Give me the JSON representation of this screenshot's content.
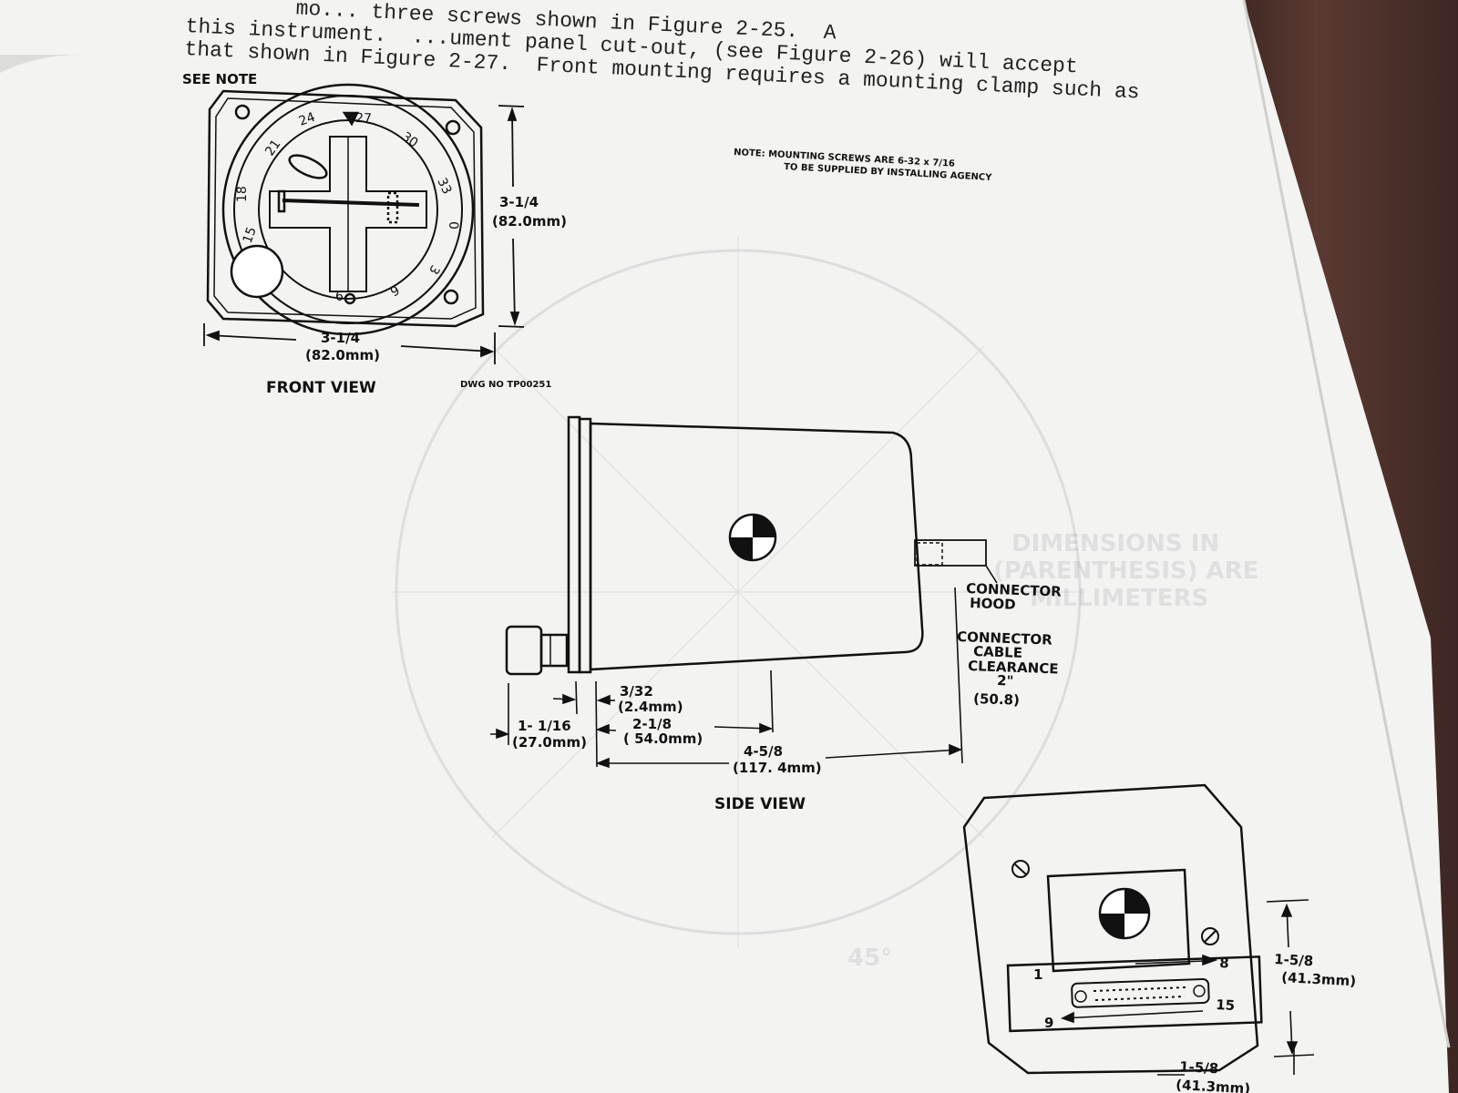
{
  "paragraph": {
    "line1": "mo... three screws shown in Figure 2-25.  A",
    "line2": "this instrument.  ...ument panel cut-out, (see Figure 2-26) will accept",
    "line3": "that shown in Figure 2-27.  Front mounting requires a mounting clamp such as"
  },
  "front_view": {
    "see_note": "SEE NOTE",
    "height_dim": "3-1/4",
    "height_mm": "(82.0mm)",
    "width_dim": "3-1/4",
    "width_mm": "(82.0mm)",
    "caption": "FRONT VIEW",
    "dwg_no": "DWG NO TP00251",
    "dial": [
      "24",
      "27",
      "30",
      "33",
      "0",
      "3",
      "6",
      "9",
      "15",
      "18",
      "21"
    ]
  },
  "note": {
    "line1": "NOTE:  MOUNTING SCREWS ARE 6-32 x 7/16",
    "line2": "TO BE SUPPLIED BY INSTALLING AGENCY"
  },
  "side_view": {
    "connector_hood_1": "CONNECTOR",
    "connector_hood_2": "HOOD",
    "clearance_1": "CONNECTOR",
    "clearance_2": "CABLE",
    "clearance_3": "CLEARANCE",
    "clearance_4": "2\"",
    "clearance_5": "(50.8)",
    "d_332": "3/32",
    "d_332_mm": "(2.4mm)",
    "d_1116": "1- 1/16",
    "d_1116_mm": "(27.0mm)",
    "d_218": "2-1/8",
    "d_218_mm": "( 54.0mm)",
    "d_458": "4-5/8",
    "d_458_mm": "(117. 4mm)",
    "caption": "SIDE VIEW"
  },
  "rear_view": {
    "pin8": "8",
    "pin1": "1",
    "pin15": "15",
    "pin9": "9",
    "height_dim": "1-5/8",
    "height_mm": "(41.3mm)",
    "width_dim": "1-5/8",
    "width_mm": "(41.3mm)"
  },
  "watermark": {
    "w1": "DIMENSIONS IN",
    "w2": "(PARENTHESIS) ARE",
    "w3": "MILLIMETERS",
    "w4": "45°"
  }
}
